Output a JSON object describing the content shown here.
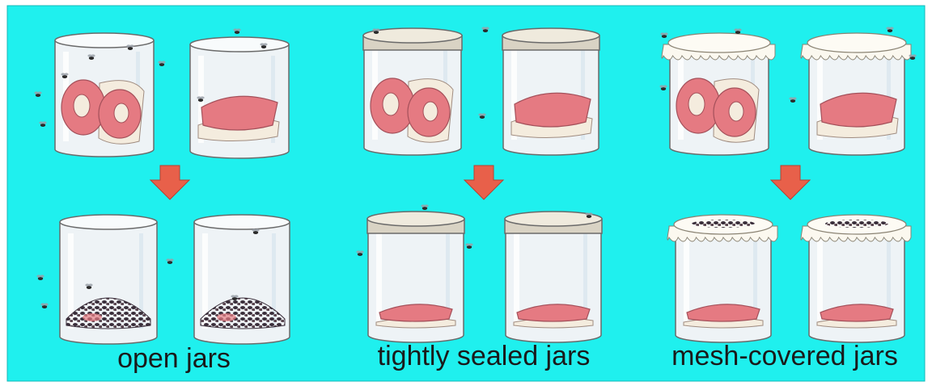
{
  "colors": {
    "background": "#1ff0ee",
    "arrow": "#e8604a",
    "meat": "#e57a82",
    "fat": "#f4ecde",
    "jar_glass": "#eef3f6",
    "jar_outline": "#6a6a6a",
    "lid": "#d9d3c4",
    "maggots": "#3a2e3a",
    "fly": "#2a2a2a"
  },
  "groups": [
    {
      "id": "open",
      "caption": "open jars",
      "cover": "none",
      "result": "maggots in meat"
    },
    {
      "id": "sealed",
      "caption": "tightly sealed jars",
      "cover": "lid",
      "result": "no maggots"
    },
    {
      "id": "mesh",
      "caption": "mesh-covered jars",
      "cover": "mesh",
      "result": "maggots on mesh"
    }
  ],
  "icons": {
    "fly": "fly-icon",
    "arrow": "down-arrow-icon",
    "meat": "meat-icon",
    "maggots": "maggot-cluster-icon"
  }
}
